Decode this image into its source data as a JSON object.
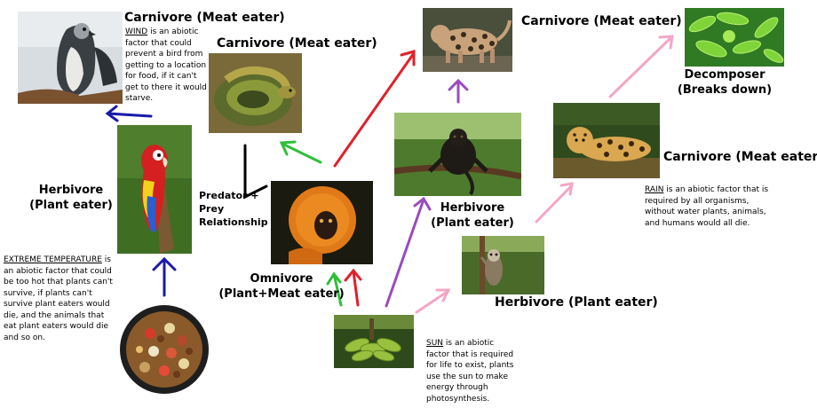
{
  "colors": {
    "blue": "#1a1aa8",
    "green": "#2fbf3a",
    "red": "#e0202a",
    "purple": "#9a4bbd",
    "pink": "#f4a6c6",
    "black": "#000000"
  },
  "labels": {
    "eagle_role": "Carnivore  (Meat eater)",
    "snake_role": "Carnivore  (Meat eater)",
    "ocelot_role": "Carnivore  (Meat eater)",
    "decomposer_line1": "Decomposer",
    "decomposer_line2": "(Breaks down)",
    "jaguar_role": "Carnivore (Meat eater)",
    "macaw_role_line1": "Herbivore",
    "macaw_role_line2": "(Plant eater)",
    "monkey_role_line1": "Herbivore",
    "monkey_role_line2": "(Plant eater)",
    "sloth_role": "Herbivore (Plant eater)",
    "tamarin_role_line1": "Omnivore",
    "tamarin_role_line2": "(Plant+Meat eater)",
    "predator_line1": "Predator +",
    "predator_line2": "Prey",
    "predator_line3": "Relationship"
  },
  "notes": {
    "wind": {
      "term": "WIND",
      "text": " is an abiotic factor that could prevent a bird from getting to a location for food, if it can't get to there it would starve."
    },
    "temperature": {
      "term": "EXTREME TEMPERATURE",
      "text": " is an abiotic factor that could be too hot that plants can't survive, if plants can't survive plant eaters would die, and the animals that eat plant eaters would die and so on."
    },
    "rain": {
      "term": "RAIN",
      "text": " is an abiotic factor that is required by all organisms, without water plants, animals, and humans would all die."
    },
    "sun": {
      "term": "SUN",
      "text": " is an abiotic factor that is required for life to exist, plants use the sun to make energy through photosynthesis."
    }
  },
  "icons": [
    "eagle-photo",
    "snake-photo",
    "ocelot-photo",
    "bacteria-photo",
    "jaguar-photo",
    "macaw-photo",
    "monkey-photo",
    "tamarin-photo",
    "sloth-photo",
    "seed-bowl-photo",
    "banana-photo"
  ]
}
